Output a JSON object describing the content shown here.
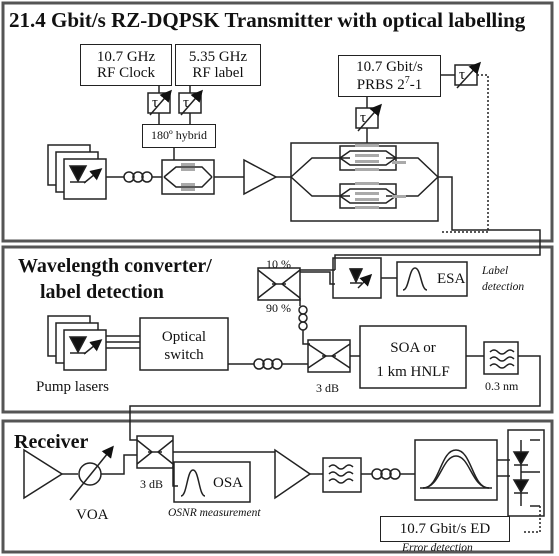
{
  "sections": {
    "transmitter": {
      "title": "21.4 Gbit/s RZ-DQPSK Transmitter with optical labelling",
      "rf_clock": [
        "10.7 GHz",
        "RF Clock"
      ],
      "rf_label": [
        "5.35 GHz",
        "RF label"
      ],
      "hybrid": "180º hybrid",
      "prbs_line1": "10.7 Gbit/s",
      "prbs_line2_main": "PRBS 2",
      "prbs_sup": "7",
      "prbs_line2_tail": "-1",
      "delay_symbol": "τ"
    },
    "wavelength_converter": {
      "title_line1": "Wavelength converter/",
      "title_line2": "label detection",
      "coupler_top": "10 %",
      "coupler_bottom": "90 %",
      "esa": "ESA",
      "label_detection": [
        "Label",
        "detection"
      ],
      "optical_switch": [
        "Optical",
        "switch"
      ],
      "pump_lasers": "Pump lasers",
      "coupler_3db": "3 dB",
      "soa": [
        "SOA or",
        "1 km HNLF"
      ],
      "filter_bw": "0.3 nm"
    },
    "receiver": {
      "title": "Receiver",
      "voa": "VOA",
      "coupler_3db": "3 dB",
      "osa": "OSA",
      "osnr": "OSNR measurement",
      "error_detector": "10.7 Gbit/s ED",
      "error_detection": "Error detection"
    }
  }
}
